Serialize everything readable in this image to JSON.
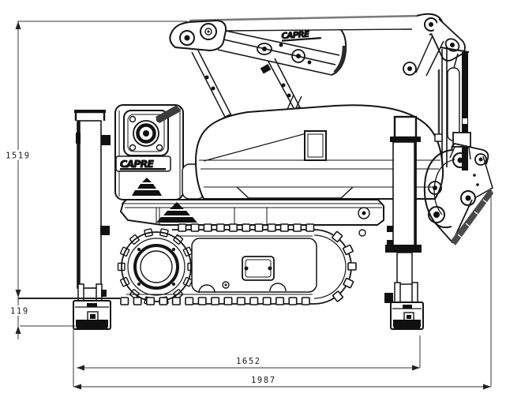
{
  "drawing": {
    "title": "tracked demolition robot side-view dimension drawing",
    "dimensions": {
      "overall_height": "1519",
      "ground_clearance": "119",
      "length_to_outrigger": "1652",
      "overall_length": "1987"
    },
    "logo": {
      "text": "CAPRE"
    }
  }
}
